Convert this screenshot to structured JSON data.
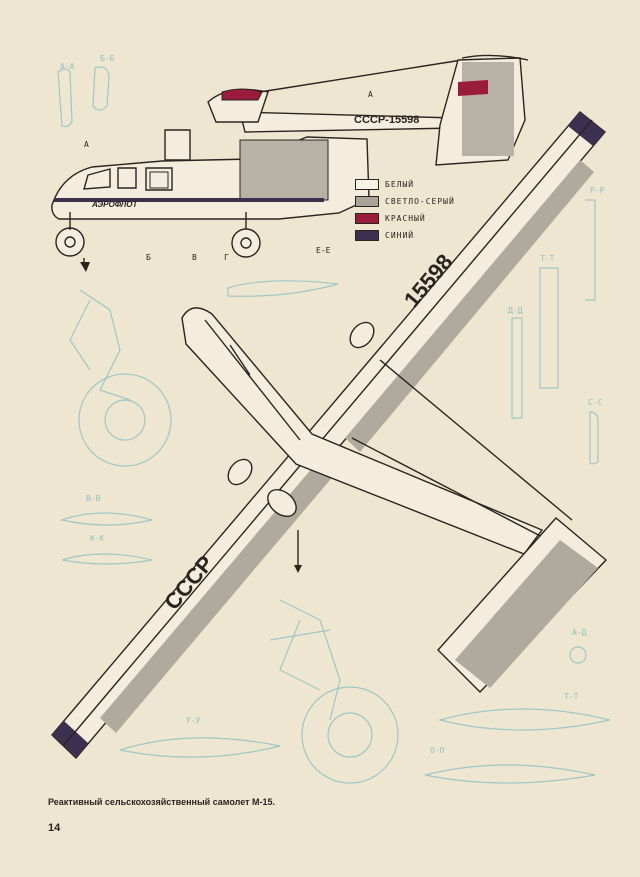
{
  "legend": [
    {
      "label": "БЕЛЫЙ",
      "color": "#f7f2e6"
    },
    {
      "label": "СВЕТЛО-СЕРЫЙ",
      "color": "#a9a49a"
    },
    {
      "label": "КРАСНЫЙ",
      "color": "#9a1c3c"
    },
    {
      "label": "СИНИЙ",
      "color": "#3c3050"
    }
  ],
  "side_view": {
    "registration": "СССР-15598",
    "airline": "АЭРОФЛОТ"
  },
  "top_view": {
    "wing_registration": "15598",
    "wing_country": "СССР"
  },
  "section_labels": {
    "a": "А",
    "b": "Б",
    "v": "В",
    "g": "Г",
    "ee": "Е-Е",
    "aa_top": "А-А",
    "bb_top": "Б-Б",
    "rr": "Р-Р",
    "tt": "Т-Т",
    "dd": "Д-Д",
    "ss": "С-С",
    "vv": "В-В",
    "kk": "К-К",
    "yy": "У-У",
    "ad": "А-Д",
    "tt2": "Т-Т",
    "oo": "О-О"
  },
  "caption": "Реактивный сельскохозяйственный самолет М-15.",
  "page_number": "14"
}
